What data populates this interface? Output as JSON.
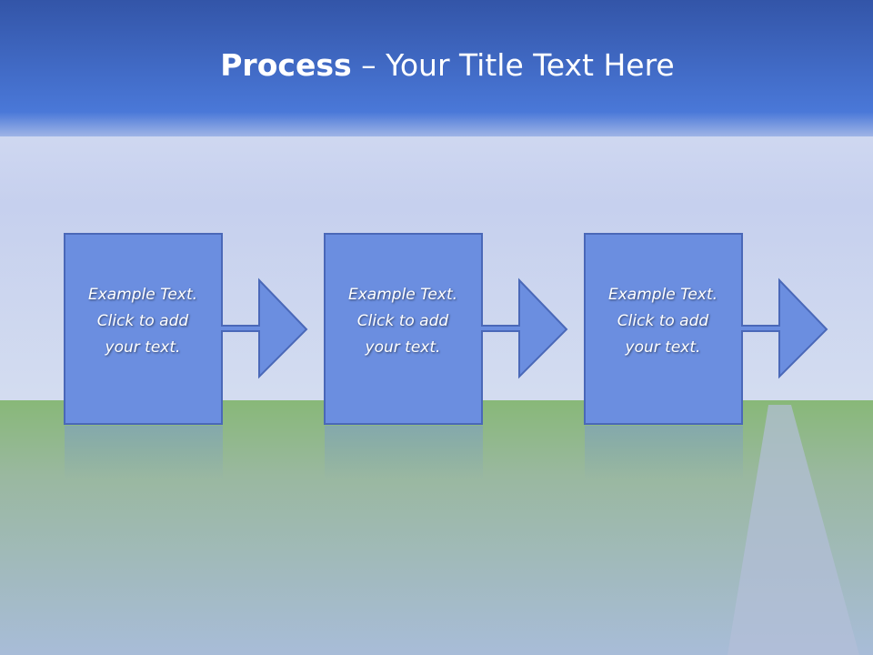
{
  "slide": {
    "title_bold": "Process",
    "title_rest": " – Your Title Text Here",
    "colors": {
      "title_bar_top": "#3355a8",
      "title_bar_bottom": "#4a78d8",
      "box_fill": "#6b8ee0",
      "box_stroke": "#4a68b8",
      "sky": "#c8d4ee",
      "grass": "#8fb28a"
    }
  },
  "diagram": {
    "steps": [
      {
        "text": "Example Text.\nClick  to add\nyour text."
      },
      {
        "text": "Example Text.\nClick  to add\nyour text."
      },
      {
        "text": "Example Text.\nClick  to add\nyour text."
      }
    ]
  }
}
